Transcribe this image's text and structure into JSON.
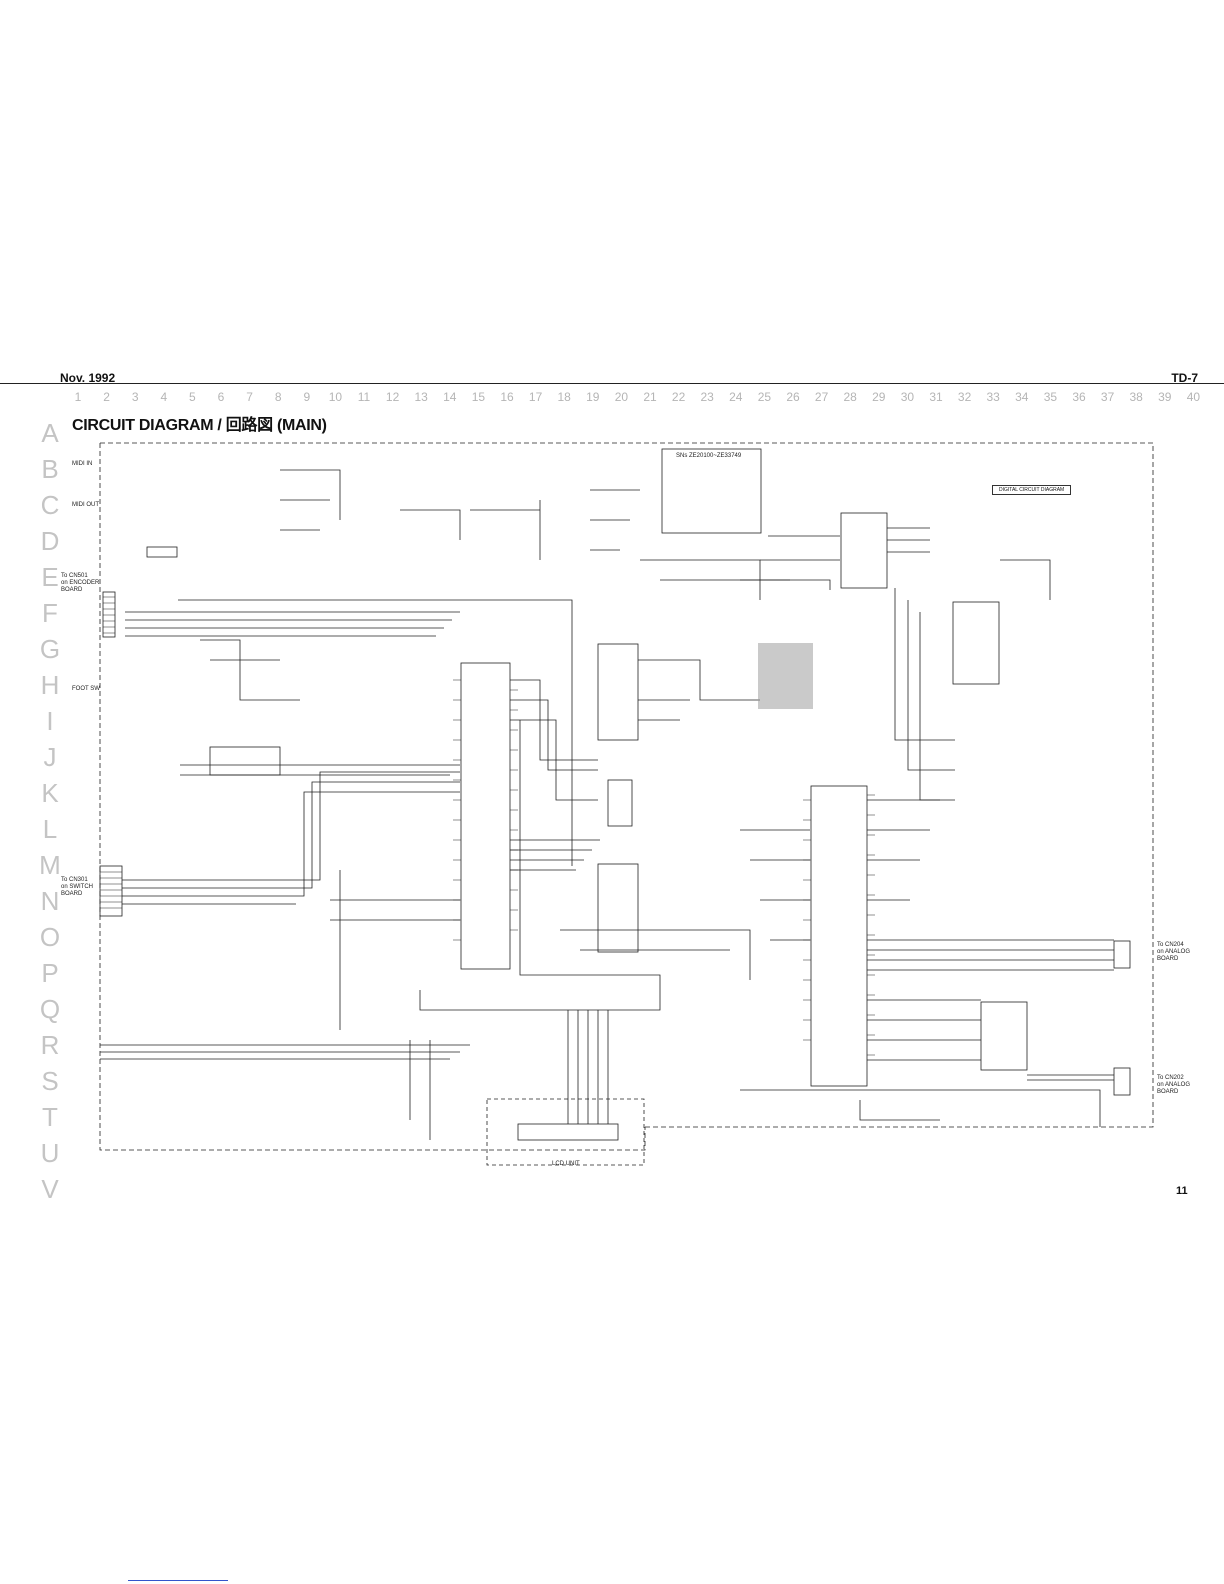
{
  "header": {
    "date": "Nov. 1992",
    "model": "TD-7"
  },
  "title": "CIRCUIT DIAGRAM / 回路図 (MAIN)",
  "grid": {
    "columns": [
      "1",
      "2",
      "3",
      "4",
      "5",
      "6",
      "7",
      "8",
      "9",
      "10",
      "11",
      "12",
      "13",
      "14",
      "15",
      "16",
      "17",
      "18",
      "19",
      "20",
      "21",
      "22",
      "23",
      "24",
      "25",
      "26",
      "27",
      "28",
      "29",
      "30",
      "31",
      "32",
      "33",
      "34",
      "35",
      "36",
      "37",
      "38",
      "39",
      "40"
    ],
    "rows": [
      "A",
      "B",
      "C",
      "D",
      "E",
      "F",
      "G",
      "H",
      "I",
      "J",
      "K",
      "L",
      "M",
      "N",
      "O",
      "P",
      "Q",
      "R",
      "S",
      "T",
      "U",
      "V"
    ]
  },
  "connector_notes": {
    "encoder": [
      "To CN501",
      "on ENCODER",
      "BOARD"
    ],
    "switch": [
      "To CN301",
      "on SWITCH",
      "BOARD"
    ],
    "analog_cn204": [
      "To CN204",
      "on ANALOG",
      "BOARD"
    ],
    "analog_cn202": [
      "To CN202",
      "on ANALOG",
      "BOARD"
    ]
  },
  "labels": {
    "midi_in": "MIDI IN",
    "midi_out": "MIDI OUT",
    "foot_sw": "FOOT SW",
    "sn_range": "SNs ZE20100~ZE33749",
    "digital_circuit": "DIGITAL CIRCUIT DIAGRAM",
    "lcd_unit": "LCD UNIT"
  },
  "page_number": "11"
}
